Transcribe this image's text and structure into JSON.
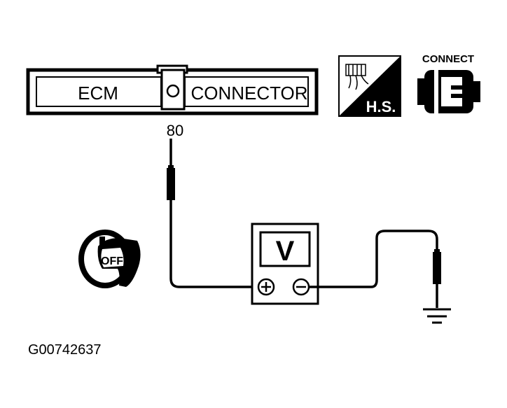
{
  "ecm_connector": {
    "left_label": "ECM",
    "right_label": "CONNECTOR",
    "pin_number": "80"
  },
  "hs_badge": {
    "label": "H.S."
  },
  "connect_badge": {
    "label": "CONNECT"
  },
  "ignition": {
    "label": "OFF"
  },
  "voltmeter": {
    "display": "V",
    "plus": "+",
    "minus": "−"
  },
  "figure_id": "G00742637"
}
